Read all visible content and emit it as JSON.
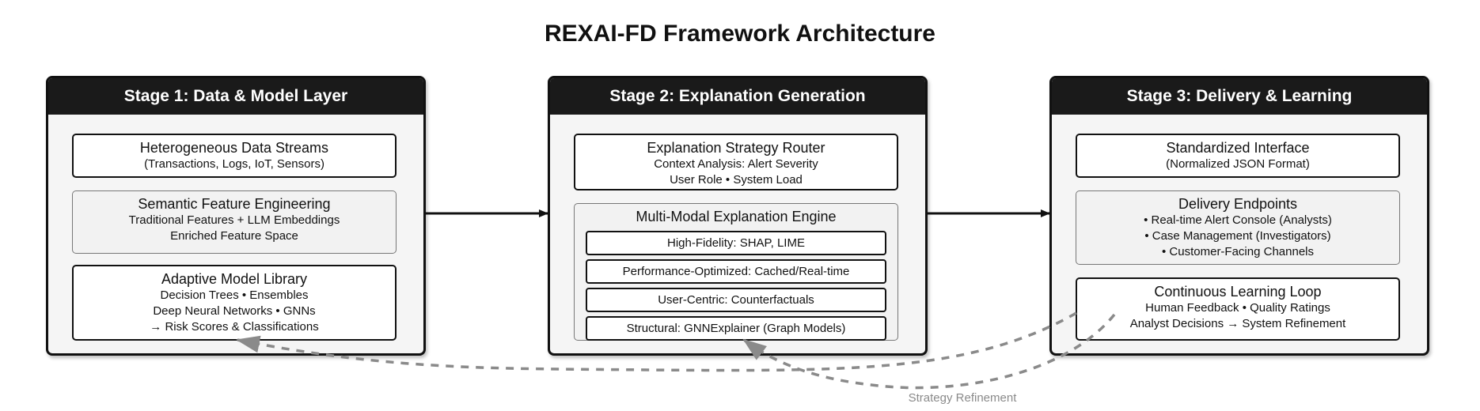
{
  "title": "REXAI-FD Framework Architecture",
  "stage1": {
    "header": "Stage 1: Data & Model Layer",
    "box1": {
      "title": "Heterogeneous Data Streams",
      "lines": [
        "(Transactions, Logs, IoT, Sensors)"
      ]
    },
    "box2": {
      "title": "Semantic Feature Engineering",
      "lines": [
        "Traditional Features + LLM Embeddings",
        "Enriched Feature Space"
      ]
    },
    "box3": {
      "title": "Adaptive Model Library",
      "lines": [
        "Decision Trees • Ensembles",
        "Deep Neural Networks • GNNs",
        "→ Risk Scores & Classifications"
      ]
    }
  },
  "stage2": {
    "header": "Stage 2: Explanation Generation",
    "box1": {
      "title": "Explanation Strategy Router",
      "lines": [
        "Context Analysis: Alert Severity",
        "User Role • System Load"
      ]
    },
    "engine": {
      "title": "Multi-Modal Explanation Engine",
      "items": [
        "High-Fidelity: SHAP, LIME",
        "Performance-Optimized: Cached/Real-time",
        "User-Centric: Counterfactuals",
        "Structural: GNNExplainer (Graph Models)"
      ]
    }
  },
  "stage3": {
    "header": "Stage 3: Delivery & Learning",
    "box1": {
      "title": "Standardized Interface",
      "lines": [
        "(Normalized JSON Format)"
      ]
    },
    "box2": {
      "title": "Delivery Endpoints",
      "lines": [
        "• Real-time Alert Console (Analysts)",
        "• Case Management (Investigators)",
        "• Customer-Facing Channels"
      ]
    },
    "box3": {
      "title": "Continuous Learning Loop",
      "lines": [
        "Human Feedback • Quality Ratings",
        "Analyst Decisions → System Refinement"
      ]
    }
  },
  "feedback_label": "Strategy Refinement",
  "colors": {
    "header": "#1a1a1a",
    "panel": "#f5f5f5",
    "feedback": "#8a8a8a"
  }
}
